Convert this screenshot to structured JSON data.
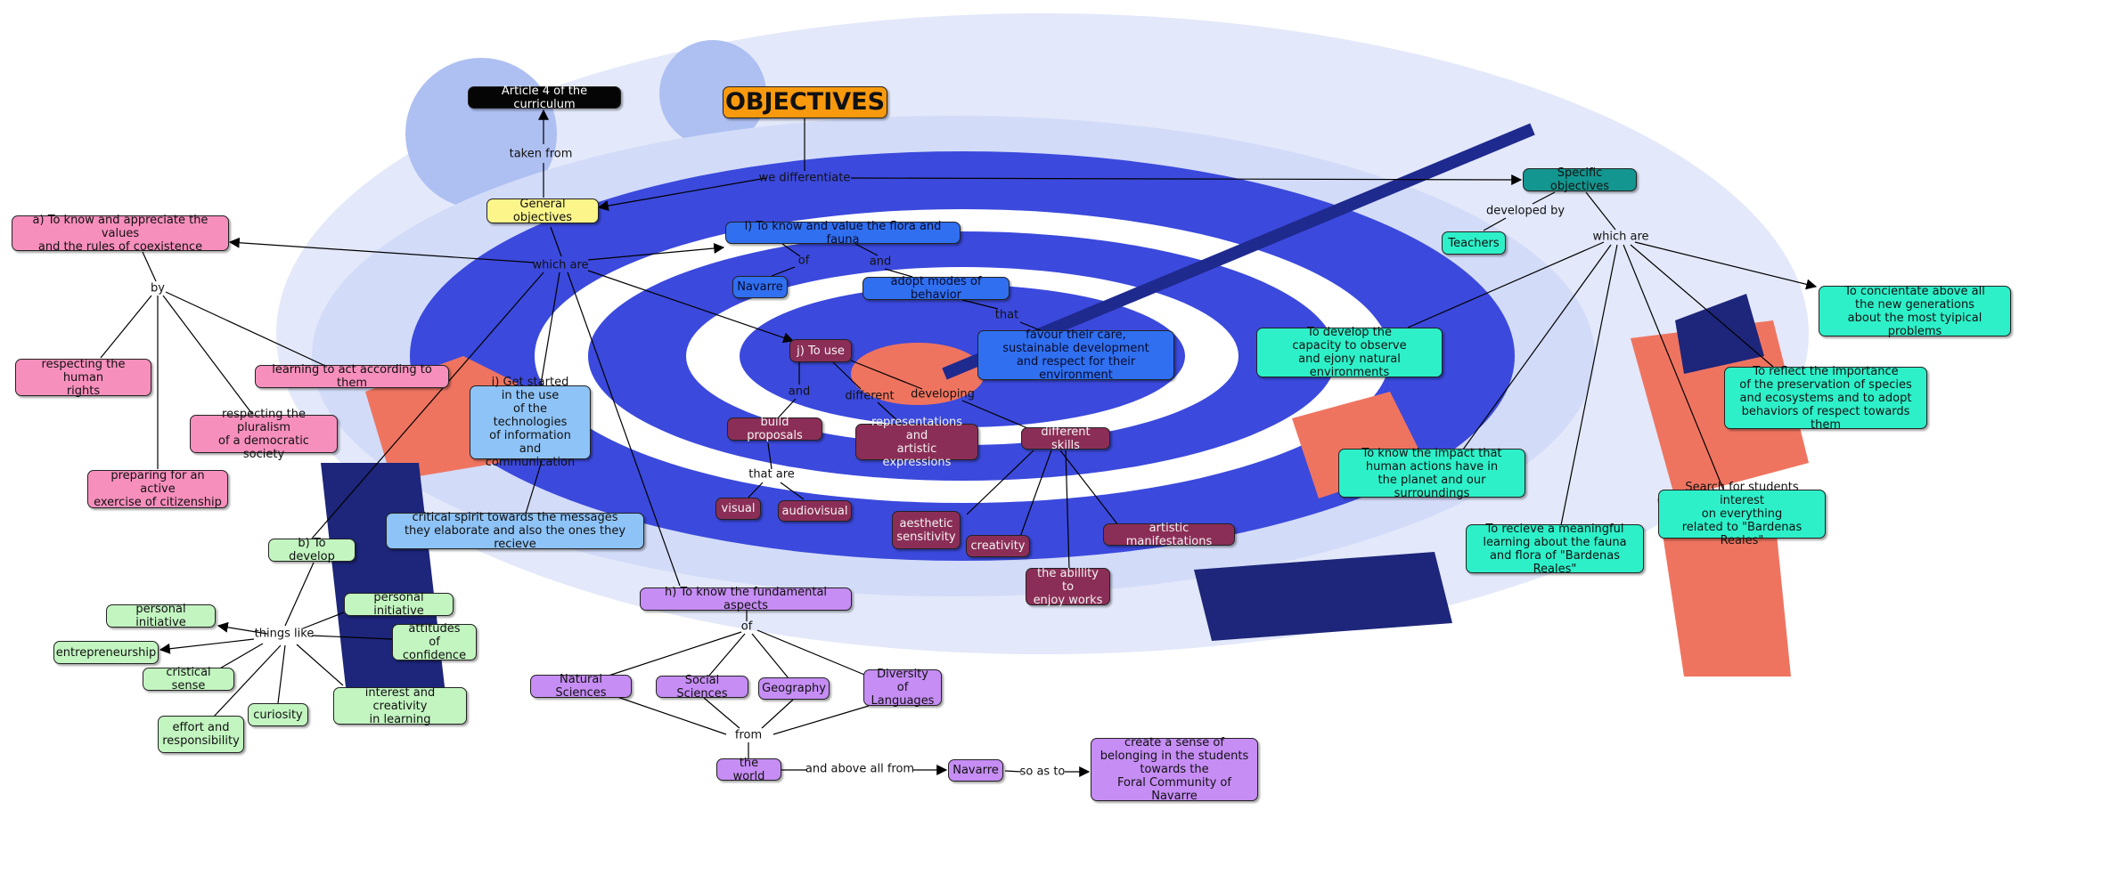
{
  "title": "OBJECTIVES",
  "nodes": {
    "article4": "Article 4 of the curriculum",
    "general": "General objectives",
    "specific": "Specific objectives",
    "teachers": "Teachers",
    "a_values": "a) To know and appreciate the values\nand the rules of coexistence",
    "human_rights": "respecting the human\nrights",
    "learning_act": "learning to act according to them",
    "pluralism": "respecting the pluralism\nof a democratic society",
    "citizenship": "preparing for an active\nexercise of citizenship",
    "flora_fauna": "l) To know and value the flora and fauna",
    "navarre_top": "Navarre",
    "adopt_modes": "adopt modes of behavior",
    "favour_care": "favour their care,\nsustainable development\nand respect for their environment",
    "j_use": "j) To use",
    "build_proposals": "build proposals",
    "representations": "representations and\nartistic expressions",
    "different_skills": "different skills",
    "visual": "visual",
    "audiovisual": "audiovisual",
    "aesthetic": "aesthetic\nsensitivity",
    "creativity": "creativity",
    "artistic_manif": "artistic manifestations",
    "ability_enjoy": "the abillity to\nenjoy works",
    "get_started": "i) Get started\nin the use\nof the technologies\nof information\nand communication",
    "critical_spirit": "critical spirit towards the messages\nthey elaborate and also the ones they recieve",
    "b_develop": "b) To develop",
    "personal_init_1": "personal initiative",
    "personal_init_2": "personal initiative",
    "entrepreneurship": "entrepreneurship",
    "critical_sense": "cristical sense",
    "attitudes_conf": "attitudes\nof confidence",
    "interest_creat": "interest and creativity\nin learning",
    "effort": "effort and\nresponsibility",
    "curiosity": "curiosity",
    "h_fundamental": "h) To know the fundamental aspects",
    "natural_sci": "Natural Sciences",
    "social_sci": "Social Sciences",
    "geography": "Geography",
    "diversity_lang": "Diversity of\nLanguages",
    "the_world": "the world",
    "navarre_bottom": "Navarre",
    "sense_belonging": "create a sense of\nbelonging in the students\ntowards the\nForal Community of Navarre",
    "develop_capacity": "To develop the\ncapacity to observe\nand ejony natural environments",
    "concientate": "To concientate above all\nthe new generations\nabout the most tyipical problems",
    "reflect_importance": "To reflect the importance\nof the preservation of species\nand ecosystems and to adopt\nbehaviors of respect towards them",
    "know_impact": "To know the impact that\nhuman actions have in\nthe planet and our surroundings",
    "search_interest": "Search for students interest\non everything\nrelated to \"Bardenas Reales\"",
    "meaningful_learning": "To recieve a meaningful\nlearning about the fauna\nand flora of \"Bardenas Reales\""
  },
  "link_labels": {
    "taken_from": "taken from",
    "we_differentiate": "we differentiate",
    "developed_by": "developed by",
    "which_are_left": "which are",
    "which_are_right": "which are",
    "by": "by",
    "of_1": "of",
    "and_1": "and",
    "that_1": "that",
    "and_2": "and",
    "different": "different",
    "developing": "developing",
    "that_are": "that are",
    "things_like": "things like",
    "of_2": "of",
    "from": "from",
    "and_above_all_from": "and above all from",
    "so_as_to": "so as to"
  },
  "colors": {
    "pink": "#f78fbd",
    "blue": "#2f6ff0",
    "light_blue": "#8ec3f7",
    "maroon": "#8b2e57",
    "green": "#c3f5c1",
    "purple": "#c68df4",
    "cyan": "#2df0c9",
    "teal": "#139690",
    "yellow": "#fbf58a",
    "black": "#050505",
    "orange": "#f99a0e"
  },
  "background": "target-illustration"
}
